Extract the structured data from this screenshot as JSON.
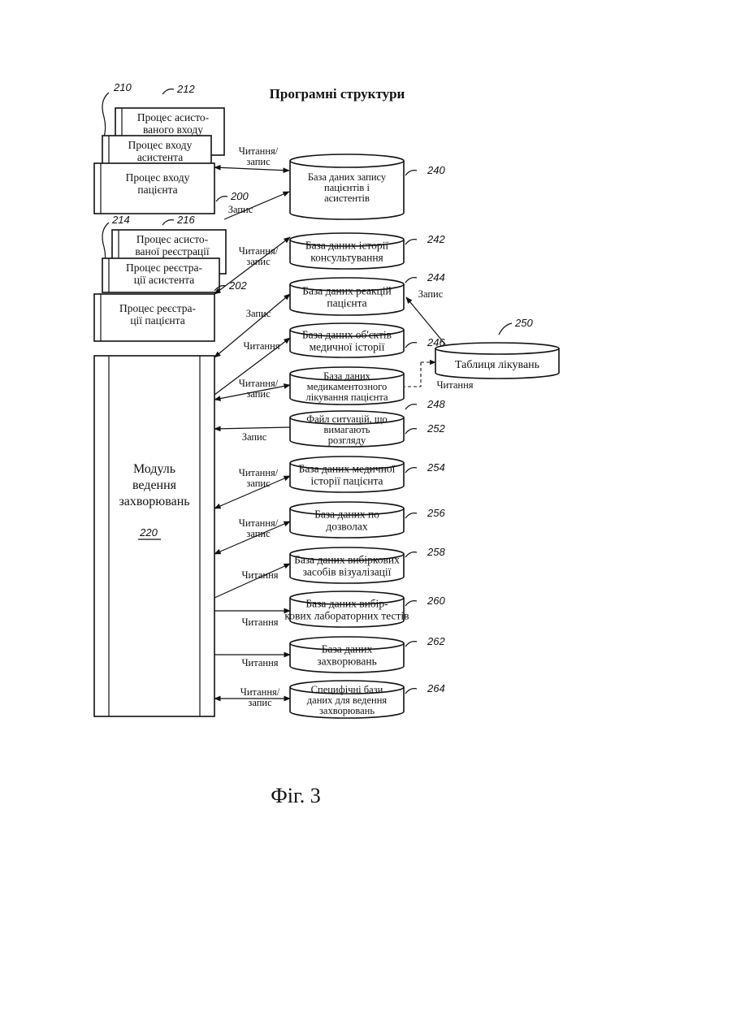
{
  "title": "Програмні структури",
  "figure_caption": "Фіг. 3",
  "process_groups": [
    {
      "group_ref": "210",
      "items": [
        {
          "ref": "212",
          "lines": [
            "Процес асисто-",
            "ваного входу"
          ]
        },
        {
          "ref": "",
          "lines": [
            "Процес входу",
            "асистента"
          ]
        },
        {
          "ref": "200",
          "lines": [
            "Процес входу",
            "пацієнта"
          ]
        }
      ]
    },
    {
      "group_ref": "214",
      "items": [
        {
          "ref": "216",
          "lines": [
            "Процес асисто-",
            "ваної реєстрації"
          ]
        },
        {
          "ref": "",
          "lines": [
            "Процес реєстра-",
            "ції асистента"
          ]
        },
        {
          "ref": "202",
          "lines": [
            "Процес реєстра-",
            "ції пацієнта"
          ]
        }
      ]
    }
  ],
  "module": {
    "lines": [
      "Модуль",
      "ведення",
      "захворювань"
    ],
    "ref": "220"
  },
  "databases": [
    {
      "ref": "240",
      "lines": [
        "База даних запису",
        "пацієнтів і",
        "асистентів"
      ],
      "access": [
        "Читання/",
        "запис"
      ]
    },
    {
      "ref": "242",
      "lines": [
        "База даних історії",
        "консультування"
      ],
      "access": [
        "Читання/",
        "запис"
      ]
    },
    {
      "ref": "244",
      "lines": [
        "База даних реакцій",
        "пацієнта"
      ],
      "access": [
        "Запис"
      ]
    },
    {
      "ref": "246",
      "lines": [
        "База даних об'єктів",
        "медичної історії"
      ],
      "access": [
        "Читання"
      ]
    },
    {
      "ref": "248",
      "lines": [
        "База даних",
        "медикаментозного",
        "лікування пацієнта"
      ],
      "access": [
        "Читання/",
        "запис"
      ]
    },
    {
      "ref": "252",
      "lines": [
        "Файл ситуацій, що",
        "вимагають",
        "розгляду"
      ],
      "access": [
        "Запис"
      ]
    },
    {
      "ref": "254",
      "lines": [
        "База даних медичної",
        "історії пацієнта"
      ],
      "access": [
        "Читання/",
        "запис"
      ]
    },
    {
      "ref": "256",
      "lines": [
        "База даних по",
        "дозволах"
      ],
      "access": [
        "Читання/",
        "запис"
      ]
    },
    {
      "ref": "258",
      "lines": [
        "База даних вибіркових",
        "засобів візуалізації"
      ],
      "access": [
        "Читання"
      ]
    },
    {
      "ref": "260",
      "lines": [
        "База даних вибір-",
        "кових лабораторних тестів"
      ],
      "access": [
        "Читання"
      ]
    },
    {
      "ref": "262",
      "lines": [
        "База даних",
        "захворювань"
      ],
      "access": [
        "Читання"
      ]
    },
    {
      "ref": "264",
      "lines": [
        "Специфічні бази",
        "даних для ведення",
        "захворювань"
      ],
      "access": [
        "Читання/",
        "запис"
      ]
    }
  ],
  "treatment_table": {
    "ref": "250",
    "label": "Таблиця лікувань",
    "write_label": "Запис",
    "read_label": "Читання"
  },
  "db240_write_label": "Запис"
}
